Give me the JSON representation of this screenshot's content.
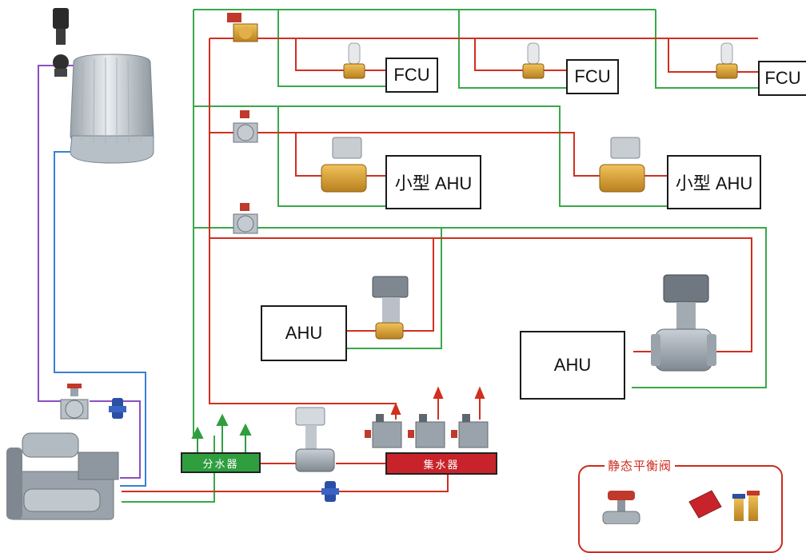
{
  "colors": {
    "supply": "#d12f1f",
    "return": "#3aa84a",
    "condenser_supply": "#8a4fc0",
    "condenser_return": "#3a7fd6",
    "supply_header": "#c8232b",
    "return_header": "#2f9e3f"
  },
  "units": {
    "fcu_1": "FCU",
    "fcu_2": "FCU",
    "fcu_3": "FCU",
    "small_ahu_1": "小型 AHU",
    "small_ahu_2": "小型 AHU",
    "ahu_1": "AHU",
    "ahu_2": "AHU"
  },
  "manifolds": {
    "supply": "集水器",
    "return": "分水器"
  },
  "legend": {
    "title": "静态平衡阀"
  },
  "icons": [
    "cooling-tower-icon",
    "chiller-icon",
    "pump-icon",
    "balancing-valve-icon",
    "actuator-valve-icon",
    "motorized-control-valve-icon",
    "flow-arrow-icon"
  ]
}
